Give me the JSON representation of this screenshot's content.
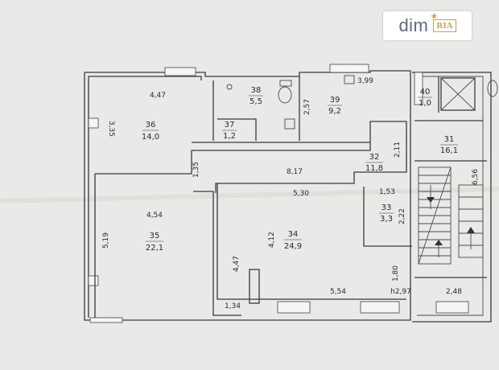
{
  "watermark": {
    "brand": "dim",
    "sub_brand": "RIA"
  },
  "rooms": [
    {
      "id": "36",
      "number": "36",
      "area": "14,0"
    },
    {
      "id": "37",
      "number": "37",
      "area": "1,2"
    },
    {
      "id": "38",
      "number": "38",
      "area": "5,5"
    },
    {
      "id": "39",
      "number": "39",
      "area": "9,2"
    },
    {
      "id": "40",
      "number": "40",
      "area": "1,0"
    },
    {
      "id": "31",
      "number": "31",
      "area": "16,1"
    },
    {
      "id": "32",
      "number": "32",
      "area": "11,8"
    },
    {
      "id": "33",
      "number": "33",
      "area": "3,3"
    },
    {
      "id": "34",
      "number": "34",
      "area": "24,9"
    },
    {
      "id": "35",
      "number": "35",
      "area": "22,1"
    }
  ],
  "dimensions": [
    "4,47",
    "3,35",
    "3,99",
    "2,57",
    "2,11",
    "1,35",
    "8,17",
    "5,30",
    "1,53",
    "2,22",
    "4,54",
    "5,19",
    "4,12",
    "4,47",
    "1,80",
    "5,54",
    "h2,97",
    "2,48",
    "1,34",
    "6,56"
  ],
  "colors": {
    "paper": "#e9e9e7",
    "line": "#3a3a3a"
  }
}
